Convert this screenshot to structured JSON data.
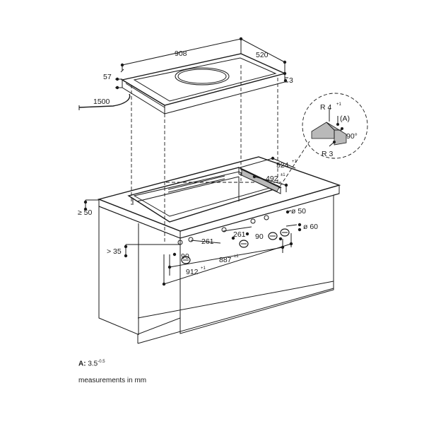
{
  "dimensions": {
    "width_908": "908",
    "depth_520": "520",
    "height_57": "57",
    "edge_3": "3",
    "cable_1500": "1500",
    "cutout_524": "524",
    "cutout_524_tol": "+1",
    "cutout_492": "492",
    "cutout_492_tol": "±1",
    "front_50": "≥ 50",
    "back_35": "> 35",
    "knob_261_left": "261",
    "knob_261_right": "261",
    "knob_90_left": "90",
    "knob_90_right": "90",
    "dia_50": "ø 50",
    "dia_60": "ø 60",
    "span_887": "887",
    "span_887_tol": "±1",
    "span_912": "912",
    "span_912_tol": "+1"
  },
  "detail": {
    "radius_4": "R 4",
    "radius_4_tol": "+1",
    "label_a": "(A)",
    "angle_90": "90°",
    "radius_3": "R 3"
  },
  "notes": {
    "a_label": "A:",
    "a_value": "3.5",
    "a_sup": "-0.5",
    "units": "measurements in mm"
  }
}
